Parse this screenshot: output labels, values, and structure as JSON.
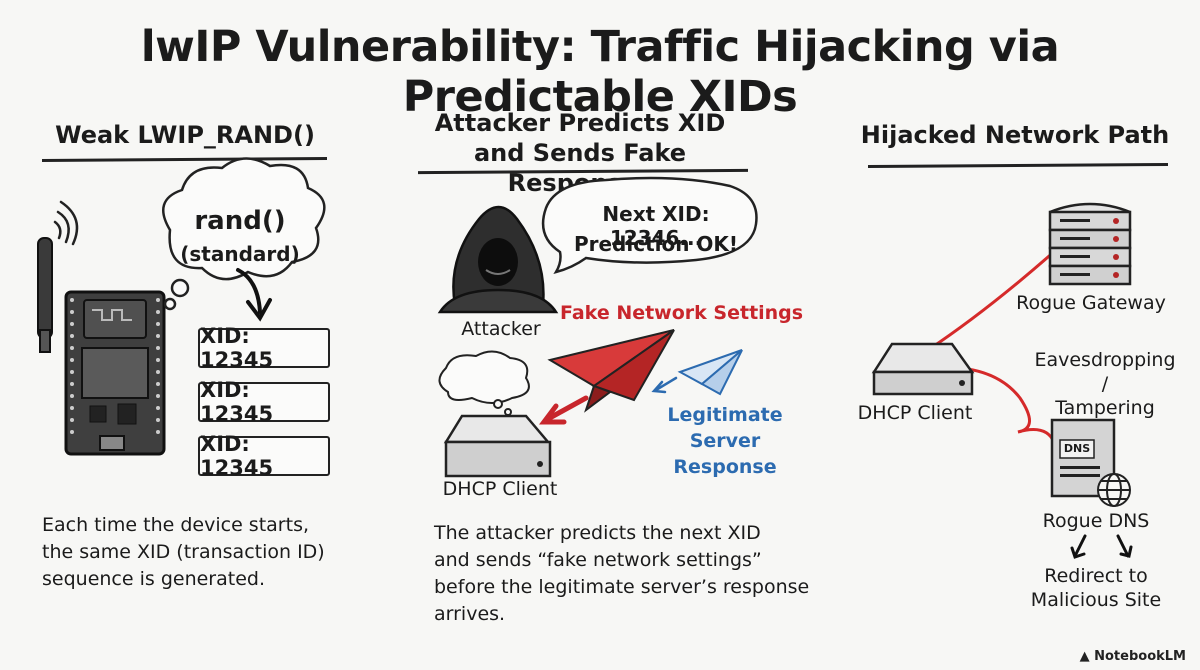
{
  "title": "lwIP Vulnerability: Traffic Hijacking via Predictable XIDs",
  "col1": {
    "heading": "Weak LWIP_RAND()",
    "cloud_line1": "rand()",
    "cloud_line2": "(standard)",
    "xids": [
      "XID: 12345",
      "XID: 12345",
      "XID: 12345"
    ],
    "description": [
      "Each time the device starts,",
      "the same XID (transaction ID)",
      "sequence is generated."
    ]
  },
  "col2": {
    "heading_line1": "Attacker Predicts XID",
    "heading_line2": "and Sends Fake Responses",
    "bubble_line1": "Next XID: 12346...",
    "bubble_line2": "Prediction OK!",
    "attacker_label": "Attacker",
    "fake_label": "Fake Network Settings",
    "legit_line1": "Legitimate Server",
    "legit_line2": "Response",
    "client_label": "DHCP Client",
    "description": [
      "The attacker predicts the next XID",
      "and sends “fake network settings”",
      "before the legitimate server’s response",
      "arrives."
    ]
  },
  "col3": {
    "heading": "Hijacked Network Path",
    "gateway_label": "Rogue Gateway",
    "client_label": "DHCP Client",
    "eaves_line1": "Eavesdropping /",
    "eaves_line2": "Tampering",
    "dns_box": "DNS",
    "dns_label": "Rogue DNS",
    "redirect_line1": "Redirect to",
    "redirect_line2": "Malicious Site"
  },
  "footer": "NotebookLM",
  "colors": {
    "fake": "#c8262c",
    "legit": "#2c6bb0",
    "ink": "#1b1b1b",
    "background": "#f7f7f5"
  }
}
